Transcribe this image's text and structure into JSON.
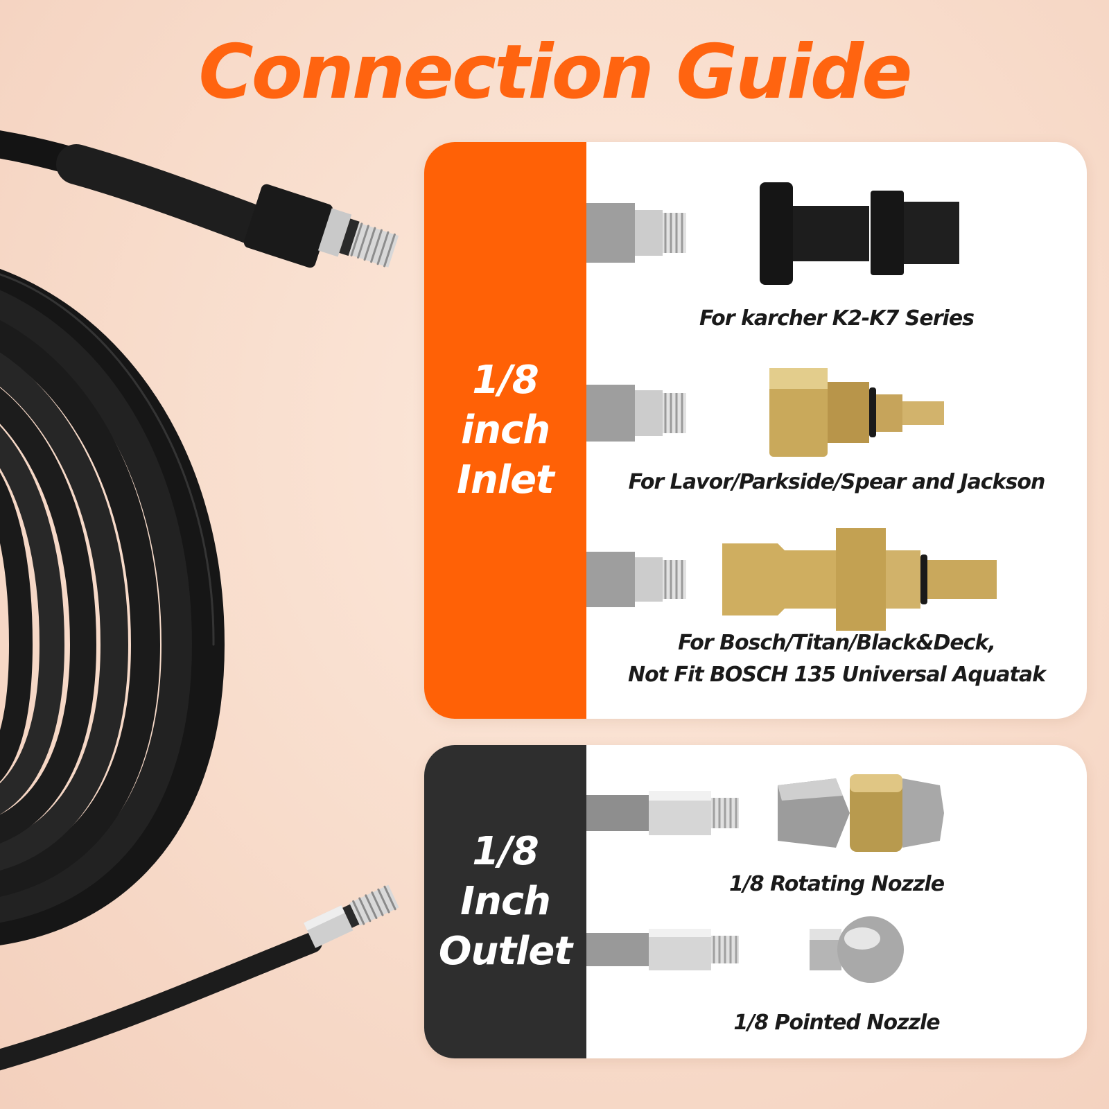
{
  "title": "Connection Guide",
  "inlet": {
    "label_lines": [
      "1/8",
      "inch",
      "Inlet"
    ],
    "color": "#ff6106",
    "items": [
      {
        "caption": "For karcher K2-K7 Series",
        "icon": "karcher-adapter-icon"
      },
      {
        "caption": "For Lavor/Parkside/Spear and Jackson",
        "icon": "lavor-brass-adapter-icon"
      },
      {
        "caption_lines": [
          "For Bosch/Titan/Black&Deck,",
          "Not Fit BOSCH 135 Universal Aquatak"
        ],
        "icon": "bosch-brass-adapter-icon"
      }
    ]
  },
  "outlet": {
    "label_lines": [
      "1/8",
      "Inch",
      "Outlet"
    ],
    "color": "#2e2e2e",
    "items": [
      {
        "caption": "1/8 Rotating Nozzle",
        "icon": "rotating-nozzle-icon"
      },
      {
        "caption": "1/8 Pointed Nozzle",
        "icon": "pointed-nozzle-icon"
      }
    ]
  },
  "accent_color": "#ff6410"
}
